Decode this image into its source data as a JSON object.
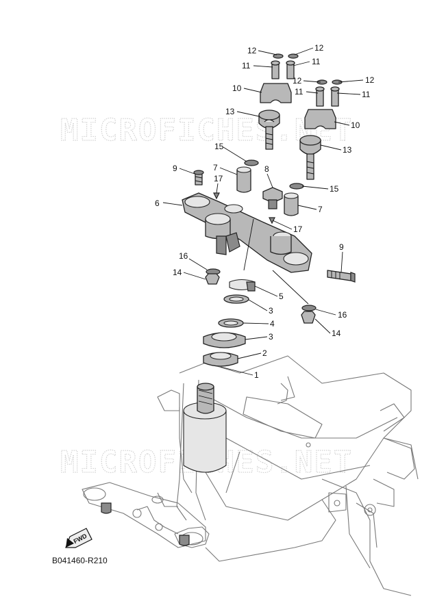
{
  "watermark": "MICROFICHES.NET",
  "reference_code": "B041460-R210",
  "fwd_label": "FWD",
  "callouts": [
    {
      "id": "c12a",
      "label": "12"
    },
    {
      "id": "c12b",
      "label": "12"
    },
    {
      "id": "c11a",
      "label": "11"
    },
    {
      "id": "c11b",
      "label": "11"
    },
    {
      "id": "c12c",
      "label": "12"
    },
    {
      "id": "c12d",
      "label": "12"
    },
    {
      "id": "c11c",
      "label": "11"
    },
    {
      "id": "c11d",
      "label": "11"
    },
    {
      "id": "c10a",
      "label": "10"
    },
    {
      "id": "c10b",
      "label": "10"
    },
    {
      "id": "c13a",
      "label": "13"
    },
    {
      "id": "c13b",
      "label": "13"
    },
    {
      "id": "c15a",
      "label": "15"
    },
    {
      "id": "c15b",
      "label": "15"
    },
    {
      "id": "c9a",
      "label": "9"
    },
    {
      "id": "c7a",
      "label": "7"
    },
    {
      "id": "c8",
      "label": "8"
    },
    {
      "id": "c17a",
      "label": "17"
    },
    {
      "id": "c6",
      "label": "6"
    },
    {
      "id": "c7b",
      "label": "7"
    },
    {
      "id": "c17b",
      "label": "17"
    },
    {
      "id": "c9b",
      "label": "9"
    },
    {
      "id": "c16a",
      "label": "16"
    },
    {
      "id": "c14a",
      "label": "14"
    },
    {
      "id": "c5",
      "label": "5"
    },
    {
      "id": "c3a",
      "label": "3"
    },
    {
      "id": "c4",
      "label": "4"
    },
    {
      "id": "c16b",
      "label": "16"
    },
    {
      "id": "c14b",
      "label": "14"
    },
    {
      "id": "c3b",
      "label": "3"
    },
    {
      "id": "c2",
      "label": "2"
    },
    {
      "id": "c1",
      "label": "1"
    }
  ]
}
